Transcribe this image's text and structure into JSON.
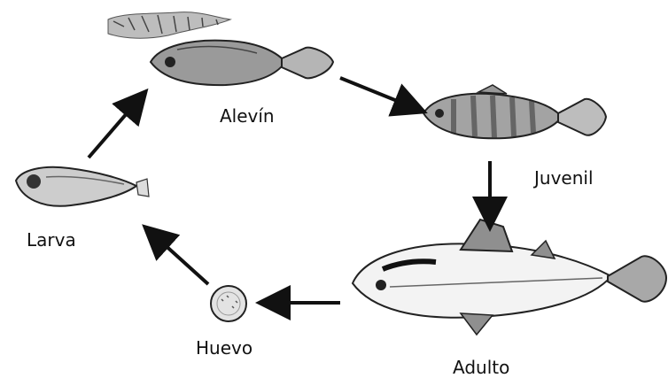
{
  "stages": {
    "alevin": "Alevín",
    "juvenil": "Juvenil",
    "adulto": "Adulto",
    "huevo": "Huevo",
    "larva": "Larva"
  },
  "colors": {
    "ink": "#111111",
    "shade": "#6e6e6e",
    "light": "#cfcfcf",
    "background": "#ffffff"
  }
}
